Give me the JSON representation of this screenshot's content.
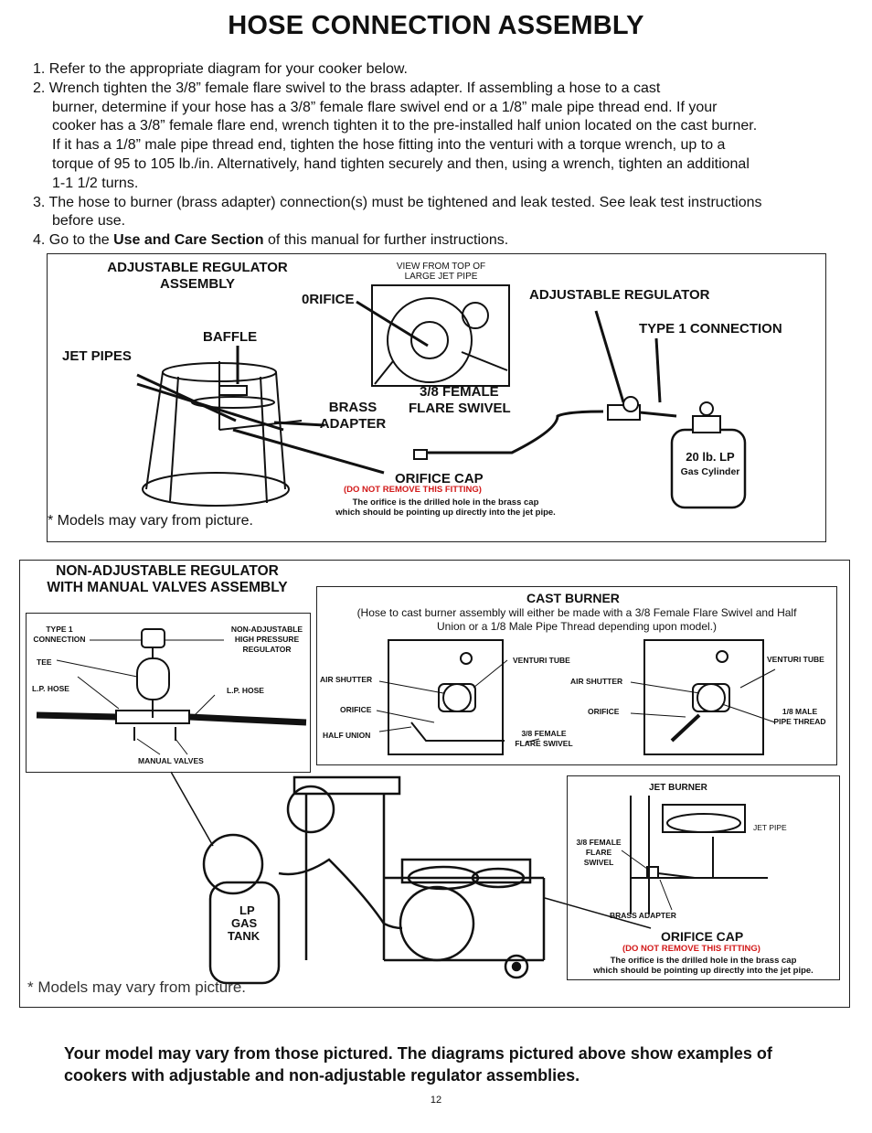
{
  "title": "HOSE CONNECTION ASSEMBLY",
  "steps": [
    "1. Refer to the appropriate diagram for your cooker below.",
    "2. Wrench tighten the 3/8” female flare swivel to the brass adapter. If assembling a hose to a cast",
    "burner, determine if your hose has a 3/8” female flare swivel end or a 1/8” male pipe thread end. If your",
    "cooker has a 3/8” female flare end, wrench tighten it to the pre-installed half union located on the cast burner.",
    "If it has a 1/8” male pipe thread end, tighten the hose fitting into the venturi with a torque wrench, up to a",
    "torque of 95 to 105 lb./in. Alternatively, hand tighten securely and then, using a wrench, tighten an additional",
    "1-1 1/2 turns.",
    "3. The hose to burner (brass adapter) connection(s) must be tightened and leak tested. See leak test instructions",
    "before use."
  ],
  "step4": {
    "pre": "4. Go to the ",
    "bold": "Use and Care Section",
    "post": " of this manual for further instructions."
  },
  "diagram1": {
    "heading_l1": "ADJUSTABLE REGULATOR",
    "heading_l2": "ASSEMBLY",
    "view_l1": "VIEW FROM TOP OF",
    "view_l2": "LARGE JET PIPE",
    "orifice": "0RIFICE",
    "adjustable_regulator": "ADJUSTABLE REGULATOR",
    "type1": "TYPE 1 CONNECTION",
    "baffle": "BAFFLE",
    "jet_pipes": "JET PIPES",
    "female_l1": "3/8 FEMALE",
    "female_l2": "FLARE SWIVEL",
    "brass_l1": "BRASS",
    "brass_l2": "ADAPTER",
    "cyl_l1": "20 lb. LP",
    "cyl_l2": "Gas Cylinder",
    "orifice_cap": "ORIFICE CAP",
    "do_not_remove": "(DO NOT REMOVE THIS FITTING)",
    "note_l1": "The orifice is the drilled hole in the brass cap",
    "note_l2": "which should be pointing up directly into the jet pipe.",
    "models": "* Models may vary from picture."
  },
  "diagram2": {
    "heading_l1": "NON-ADJUSTABLE REGULATOR",
    "heading_l2": "WITH MANUAL VALVES ASSEMBLY",
    "type1_l1": "TYPE 1",
    "type1_l2": "CONNECTION",
    "nonadj_l1": "NON-ADJUSTABLE",
    "nonadj_l2": "HIGH PRESSURE",
    "nonadj_l3": "REGULATOR",
    "tee": "TEE",
    "lp_hose": "L.P. HOSE",
    "manual_valves": "MANUAL VALVES",
    "cast_burner": "CAST BURNER",
    "cast_note_l1": "(Hose to cast burner assembly will either be made with a 3/8 Female Flare Swivel and Half",
    "cast_note_l2": "Union or a 1/8 Male Pipe Thread depending upon model.)",
    "venturi": "VENTURI TUBE",
    "air_shutter": "AIR SHUTTER",
    "orifice": "ORIFICE",
    "half_union": "HALF UNION",
    "female_l1": "3/8 FEMALE",
    "female_l2": "FLARE SWIVEL",
    "male_l1": "1/8 MALE",
    "male_l2": "PIPE THREAD",
    "jet_burner": "JET BURNER",
    "jet_pipe": "JET PIPE",
    "js_l1": "3/8 FEMALE",
    "js_l2": "FLARE",
    "js_l3": "SWIVEL",
    "brass_adapter": "BRASS ADAPTER",
    "orifice_cap": "ORIFICE CAP",
    "do_not_remove": "(DO NOT REMOVE THIS FITTING)",
    "note_l1": "The orifice is the drilled hole in the brass cap",
    "note_l2": "which should be pointing up directly into the jet pipe.",
    "lp_l1": "LP",
    "lp_l2": "GAS",
    "lp_l3": "TANK",
    "models": "* Models may vary from picture."
  },
  "footer": "Your model may vary from those pictured. The diagrams pictured above show examples of cookers with adjustable and non-adjustable regulator assemblies.",
  "page_number": "12"
}
